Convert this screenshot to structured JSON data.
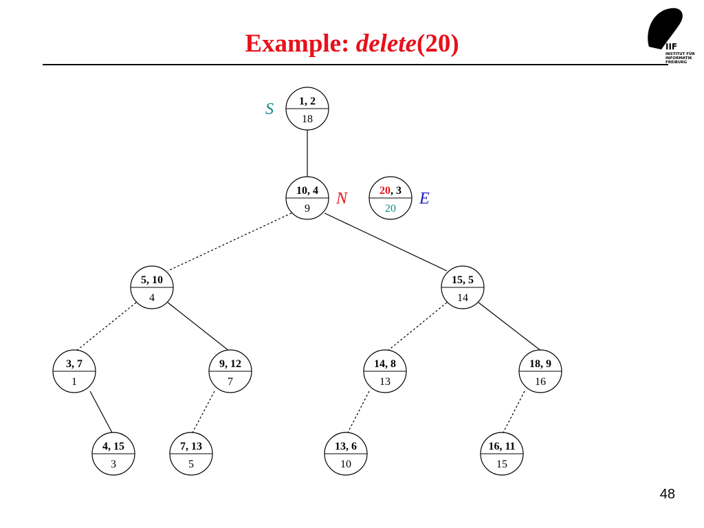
{
  "slide": {
    "title_prefix": "Example: ",
    "title_fn": "delete",
    "title_arg": "(20)",
    "page_number": "48"
  },
  "logo": {
    "mark": "IIF",
    "line1": "INSTITUT FÜR",
    "line2": "INFORMATIK",
    "line3": "FREIBURG"
  },
  "colors": {
    "title": "#e8101a",
    "label_s": "#118a85",
    "label_n": "#e8101a",
    "label_e": "#1a1acc",
    "highlight_key": "#e8101a",
    "highlight_val": "#118a85",
    "line": "#000000"
  },
  "tree": {
    "nodes": [
      {
        "id": "n1_2",
        "key": "1, 2",
        "val": "18"
      },
      {
        "id": "n10_4",
        "key": "10, 4",
        "val": "9"
      },
      {
        "id": "n20_3",
        "key_a": "20",
        "key_b": ", 3",
        "val": "20",
        "highlight": true
      },
      {
        "id": "n5_10",
        "key": "5, 10",
        "val": "4"
      },
      {
        "id": "n15_5",
        "key": "15, 5",
        "val": "14"
      },
      {
        "id": "n3_7",
        "key": "3, 7",
        "val": "1"
      },
      {
        "id": "n9_12",
        "key": "9, 12",
        "val": "7"
      },
      {
        "id": "n14_8",
        "key": "14, 8",
        "val": "13"
      },
      {
        "id": "n18_9",
        "key": "18, 9",
        "val": "16"
      },
      {
        "id": "n4_15",
        "key": "4, 15",
        "val": "3"
      },
      {
        "id": "n7_13",
        "key": "7, 13",
        "val": "5"
      },
      {
        "id": "n13_6",
        "key": "13, 6",
        "val": "10"
      },
      {
        "id": "n16_11",
        "key": "16, 11",
        "val": "15"
      }
    ],
    "edges": [
      {
        "from": "n1_2",
        "to": "n10_4",
        "style": "solid"
      },
      {
        "from": "n10_4",
        "to": "n5_10",
        "style": "dashed"
      },
      {
        "from": "n10_4",
        "to": "n15_5",
        "style": "solid"
      },
      {
        "from": "n5_10",
        "to": "n3_7",
        "style": "dashed"
      },
      {
        "from": "n5_10",
        "to": "n9_12",
        "style": "solid"
      },
      {
        "from": "n15_5",
        "to": "n14_8",
        "style": "dashed"
      },
      {
        "from": "n15_5",
        "to": "n18_9",
        "style": "solid"
      },
      {
        "from": "n3_7",
        "to": "n4_15",
        "style": "solid"
      },
      {
        "from": "n9_12",
        "to": "n7_13",
        "style": "dashed"
      },
      {
        "from": "n14_8",
        "to": "n13_6",
        "style": "dashed"
      },
      {
        "from": "n18_9",
        "to": "n16_11",
        "style": "dashed"
      }
    ],
    "labels": [
      {
        "id": "label-s",
        "text": "S",
        "near": "n1_2"
      },
      {
        "id": "label-n",
        "text": "N",
        "near": "n10_4"
      },
      {
        "id": "label-e",
        "text": "E",
        "near": "n20_3"
      }
    ]
  }
}
